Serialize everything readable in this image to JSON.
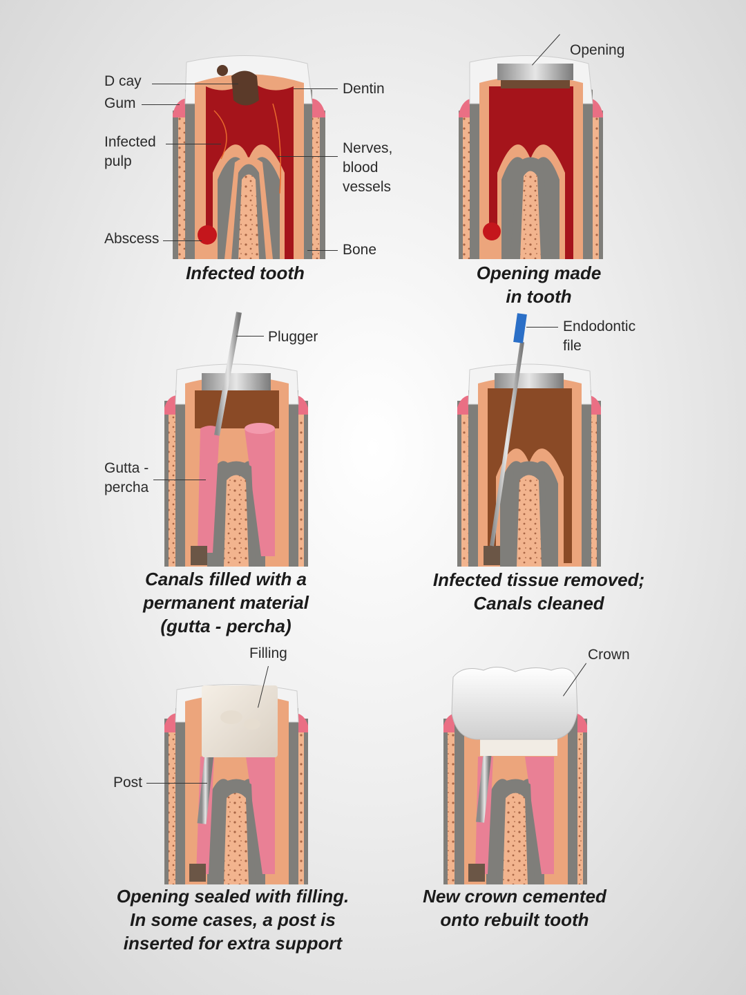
{
  "panels": [
    {
      "id": "infected",
      "caption": [
        "Infected tooth"
      ],
      "labels": {
        "decay": "D  cay",
        "gum": "Gum",
        "infected_pulp": [
          "Infected",
          "pulp"
        ],
        "abscess": "Abscess",
        "dentin": "Dentin",
        "nerves": [
          "Nerves,",
          "blood",
          "vessels"
        ],
        "bone": "Bone"
      }
    },
    {
      "id": "opening",
      "caption": [
        "Opening made",
        "in tooth"
      ],
      "labels": {
        "opening": "Opening"
      }
    },
    {
      "id": "filled",
      "caption": [
        "Canals filled with a",
        "permanent material",
        "(gutta - percha)"
      ],
      "labels": {
        "plugger": "Plugger",
        "gutta": [
          "Gutta -",
          "percha"
        ]
      }
    },
    {
      "id": "cleaned",
      "caption": [
        "Infected tissue removed;",
        "Canals cleaned"
      ],
      "labels": {
        "file": [
          "Endodontic",
          "file"
        ]
      }
    },
    {
      "id": "sealed",
      "caption": [
        "Opening sealed with filling.",
        "In some cases, a post is",
        "inserted for extra support"
      ],
      "labels": {
        "filling": "Filling",
        "post": "Post"
      }
    },
    {
      "id": "crown",
      "caption": [
        "New crown cemented",
        "onto rebuilt tooth"
      ],
      "labels": {
        "crown": "Crown"
      }
    }
  ],
  "colors": {
    "bone": "#f2b48e",
    "gum": "#ea6f84",
    "dentin": "#eca57c",
    "enamel": "#f4f4f4",
    "pulp_infected": "#a5141b",
    "canal_cleaned": "#8a4a26",
    "gutta_percha": "#e98095",
    "filling": "#b5b5b5",
    "crown": "#f7f7f7",
    "post": "#a8a8a8"
  }
}
